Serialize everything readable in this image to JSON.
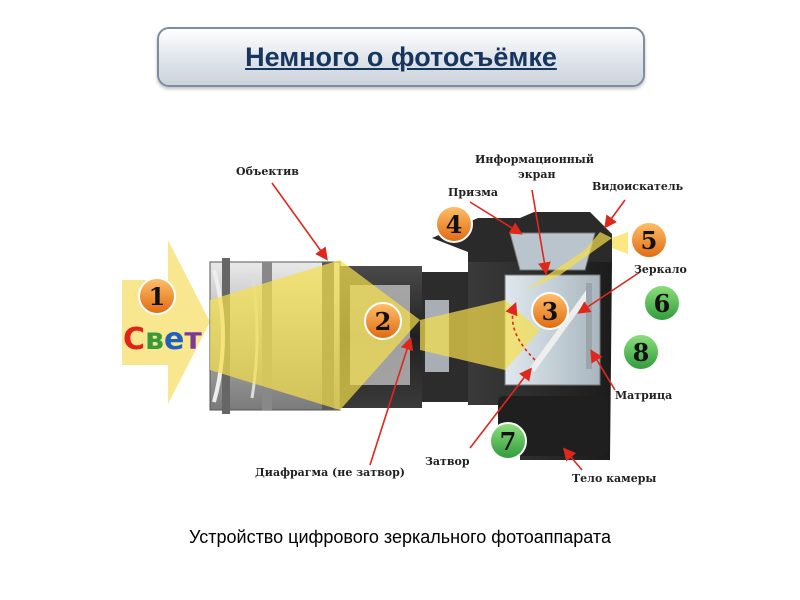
{
  "title": "Немного о фотосъёмке",
  "caption": "Устройство цифрового зеркального фотоаппарата",
  "light_label": "Свет",
  "light_letters": [
    {
      "ch": "С",
      "color": "#e2231a"
    },
    {
      "ch": "в",
      "color": "#3a9a3a"
    },
    {
      "ch": "е",
      "color": "#1f5fbf"
    },
    {
      "ch": "т",
      "color": "#7a3a9a"
    }
  ],
  "labels": {
    "lens": "Объектив",
    "info_screen_1": "Информационный",
    "info_screen_2": "экран",
    "prism": "Призма",
    "viewfinder": "Видоискатель",
    "mirror": "Зеркало",
    "matrix": "Матрица",
    "aperture": "Диафрагма (не затвор)",
    "shutter": "Затвор",
    "body": "Тело камеры"
  },
  "markers": {
    "m1": "1",
    "m2": "2",
    "m3": "3",
    "m4": "4",
    "m5": "5",
    "m6": "6",
    "m7": "7",
    "m8": "8"
  },
  "colors": {
    "marker_orange": "#f58220",
    "marker_green": "#3fb24a",
    "arrow_red": "#e0271c",
    "light_yellow": "#f7e04b",
    "title_text": "#17365d"
  }
}
